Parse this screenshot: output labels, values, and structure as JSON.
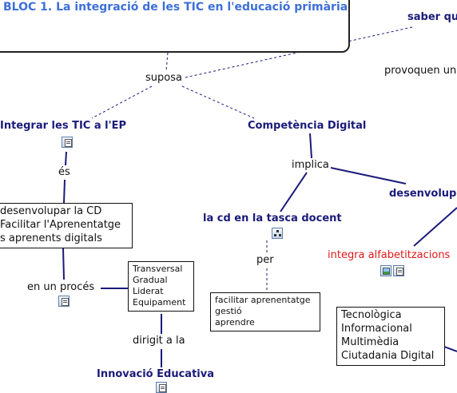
{
  "title": "BLOC 1. La integració de les TIC en l'educació primària",
  "concepts": {
    "saber_que": "saber qu",
    "integrar": "Integrar les TIC a l'EP",
    "competencia": "Competència Digital",
    "desenvolupar": "desenvolup",
    "cd_tasca": "la cd en la tasca docent",
    "innovacio": "Innovació Educativa",
    "integra_alfabet": "integra alfabetitzacions"
  },
  "phrases": {
    "provoquen": "provoquen un",
    "suposa": "suposa",
    "es": "és",
    "implica": "implica",
    "per": "per",
    "en_un_proces": "en un procés",
    "dirigit": "dirigit a la"
  },
  "boxes": {
    "desenvolupar_cd": [
      "desenvolupar la CD",
      "Facilitar l'Aprenentatge",
      "s aprenents digitals"
    ],
    "proces_traits": [
      "Transversal",
      "Gradual",
      "Liderat",
      "Equipament"
    ],
    "facilitar": [
      "facilitar aprenentatge",
      "gestió",
      "aprendre"
    ],
    "alfabetitzacions": [
      "Tecnològica",
      "Informacional",
      "Multimèdia",
      "Ciutadania Digital"
    ]
  },
  "icons": [
    "document-icon",
    "document-icon",
    "document-icon",
    "hierarchy-icon",
    "image-icon",
    "document-icon"
  ],
  "colors": {
    "title": "#3d6fd8",
    "concept": "#1a1a7a",
    "highlight": "#e01818",
    "link_solid": "#1a1a7a",
    "link_dashed": "#1a1a7a"
  }
}
